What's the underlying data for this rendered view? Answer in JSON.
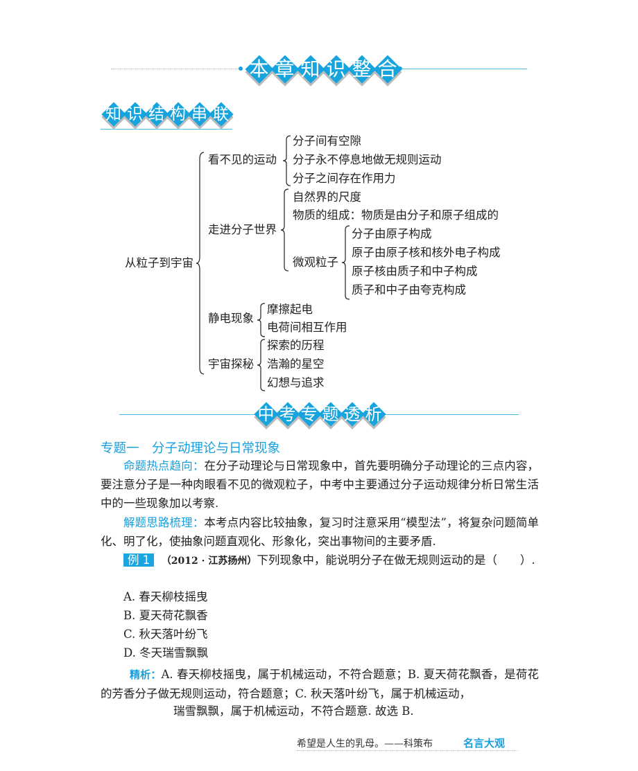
{
  "header": {
    "chapter_title": [
      "本",
      "章",
      "知",
      "识",
      "整",
      "合"
    ],
    "structure_title": [
      "知",
      "识",
      "结",
      "构",
      "串",
      "联"
    ],
    "exam_title": [
      "中",
      "考",
      "专",
      "题",
      "透",
      "析"
    ]
  },
  "tree": {
    "root": "从粒子到宇宙",
    "branches": [
      {
        "label": "看不见的运动",
        "items": [
          "分子间有空隙",
          "分子永不停息地做无规则运动",
          "分子之间存在作用力"
        ]
      },
      {
        "label": "走进分子世界",
        "items": [
          "自然界的尺度",
          "物质的组成：物质是由分子和原子组成的"
        ],
        "sub": {
          "label": "微观粒子",
          "items": [
            "分子由原子构成",
            "原子由原子核和核外电子构成",
            "原子核由质子和中子构成",
            "质子和中子由夸克构成"
          ]
        }
      },
      {
        "label": "静电现象",
        "items": [
          "摩擦起电",
          "电荷间相互作用"
        ]
      },
      {
        "label": "宇宙探秘",
        "items": [
          "探索的历程",
          "浩瀚的星空",
          "幻想与追求"
        ]
      }
    ]
  },
  "topic": {
    "heading": "专题一　分子动理论与日常现象",
    "hot_label": "命题热点趋向：",
    "hot_text": "在分子动理论与日常现象中，首先要明确分子动理论的三点内容，要注意分子是一种肉眼看不见的微观粒子，中考中主要通过分子运动规律分析日常生活中的一些现象加以考察.",
    "idea_label": "解题思路梳理：",
    "idea_text": "本考点内容比较抽象，复习时注意采用“模型法”，将复杂问题简单化、明了化，使抽象问题直观化、形象化，突出事物间的主要矛盾."
  },
  "example": {
    "badge": "例 1",
    "source": "（2012 · 江苏扬州）",
    "question": "下列现象中，能说明分子在做无规则运动的是（　　）.",
    "options": [
      "A. 春天柳枝摇曳",
      "B. 夏天荷花飘香",
      "C. 秋天落叶纷飞",
      "D. 冬天瑞雪飘飘"
    ],
    "analysis_label": "精析：",
    "analysis_line1": "A. 春天柳枝摇曳，属于机械运动，不符合题意；B. 夏天荷花飘香，是荷花的芳香分子做无规则运动，符合题意；C. 秋天落叶纷飞，属于机械运动，",
    "analysis_line2": "瑞雪飘飘，属于机械运动，不符合题意. 故选 B."
  },
  "footer": {
    "quote": "希望是人生的乳母。——科策布",
    "column": "名言大观"
  }
}
